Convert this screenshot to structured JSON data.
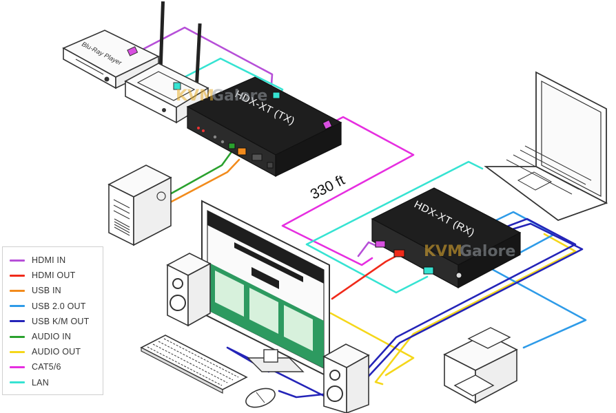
{
  "labels": {
    "bluray": "Blu-Ray Player",
    "tx": "HDX-XT (TX)",
    "rx": "HDX-XT (RX)",
    "distance": "330 ft",
    "watermark_kvm": "KVM",
    "watermark_galore": "Galore"
  },
  "legend": [
    {
      "label": "HDMI IN",
      "color": "#b64fd8"
    },
    {
      "label": "HDMI OUT",
      "color": "#f02a1a"
    },
    {
      "label": "USB IN",
      "color": "#f28b1c"
    },
    {
      "label": "USB 2.0 OUT",
      "color": "#2e9be8"
    },
    {
      "label": "USB K/M OUT",
      "color": "#2424b8"
    },
    {
      "label": "AUDIO IN",
      "color": "#2aa12e"
    },
    {
      "label": "AUDIO OUT",
      "color": "#f5d71a"
    },
    {
      "label": "CAT5/6",
      "color": "#e62ee0"
    },
    {
      "label": "LAN",
      "color": "#36e3d2"
    }
  ]
}
